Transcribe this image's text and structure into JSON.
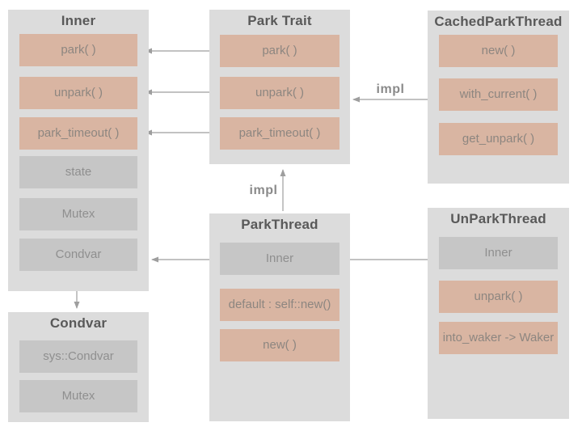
{
  "colors": {
    "canvas_bg": "#ffffff",
    "box_bg": "#dcdcdc",
    "row_gray": "#c6c6c6",
    "row_accent": "#d9b5a2",
    "arrow": "#9e9e9e",
    "title_text": "#595959",
    "row_text": "#8f8f8f",
    "edge_label_text": "#8a8a8a"
  },
  "boxes": {
    "inner": {
      "title": "Inner",
      "rows": [
        {
          "label": "park( )",
          "style": "accent"
        },
        {
          "label": "unpark( )",
          "style": "accent"
        },
        {
          "label": "park_timeout( )",
          "style": "accent"
        },
        {
          "label": "state",
          "style": "gray"
        },
        {
          "label": "Mutex",
          "style": "gray"
        },
        {
          "label": "Condvar",
          "style": "gray"
        }
      ]
    },
    "park_trait": {
      "title": "Park Trait",
      "rows": [
        {
          "label": "park( )",
          "style": "accent"
        },
        {
          "label": "unpark( )",
          "style": "accent"
        },
        {
          "label": "park_timeout( )",
          "style": "accent"
        }
      ]
    },
    "cached_park_thread": {
      "title": "CachedParkThread",
      "rows": [
        {
          "label": "new( )",
          "style": "accent"
        },
        {
          "label": "with_current( )",
          "style": "accent"
        },
        {
          "label": "get_unpark( )",
          "style": "accent"
        }
      ]
    },
    "condvar": {
      "title": "Condvar",
      "rows": [
        {
          "label": "sys::Condvar",
          "style": "gray"
        },
        {
          "label": "Mutex",
          "style": "gray"
        }
      ]
    },
    "park_thread": {
      "title": "ParkThread",
      "rows": [
        {
          "label": "Inner",
          "style": "gray"
        },
        {
          "label": "default : self::new()",
          "style": "accent"
        },
        {
          "label": "new( )",
          "style": "accent"
        }
      ]
    },
    "unpark_thread": {
      "title": "UnParkThread",
      "rows": [
        {
          "label": "Inner",
          "style": "gray"
        },
        {
          "label": "unpark( )",
          "style": "accent"
        },
        {
          "label": "into_waker -> Waker",
          "style": "accent"
        }
      ]
    }
  },
  "edge_labels": {
    "impl_cached_to_trait": "impl",
    "impl_thread_to_trait": "impl"
  }
}
